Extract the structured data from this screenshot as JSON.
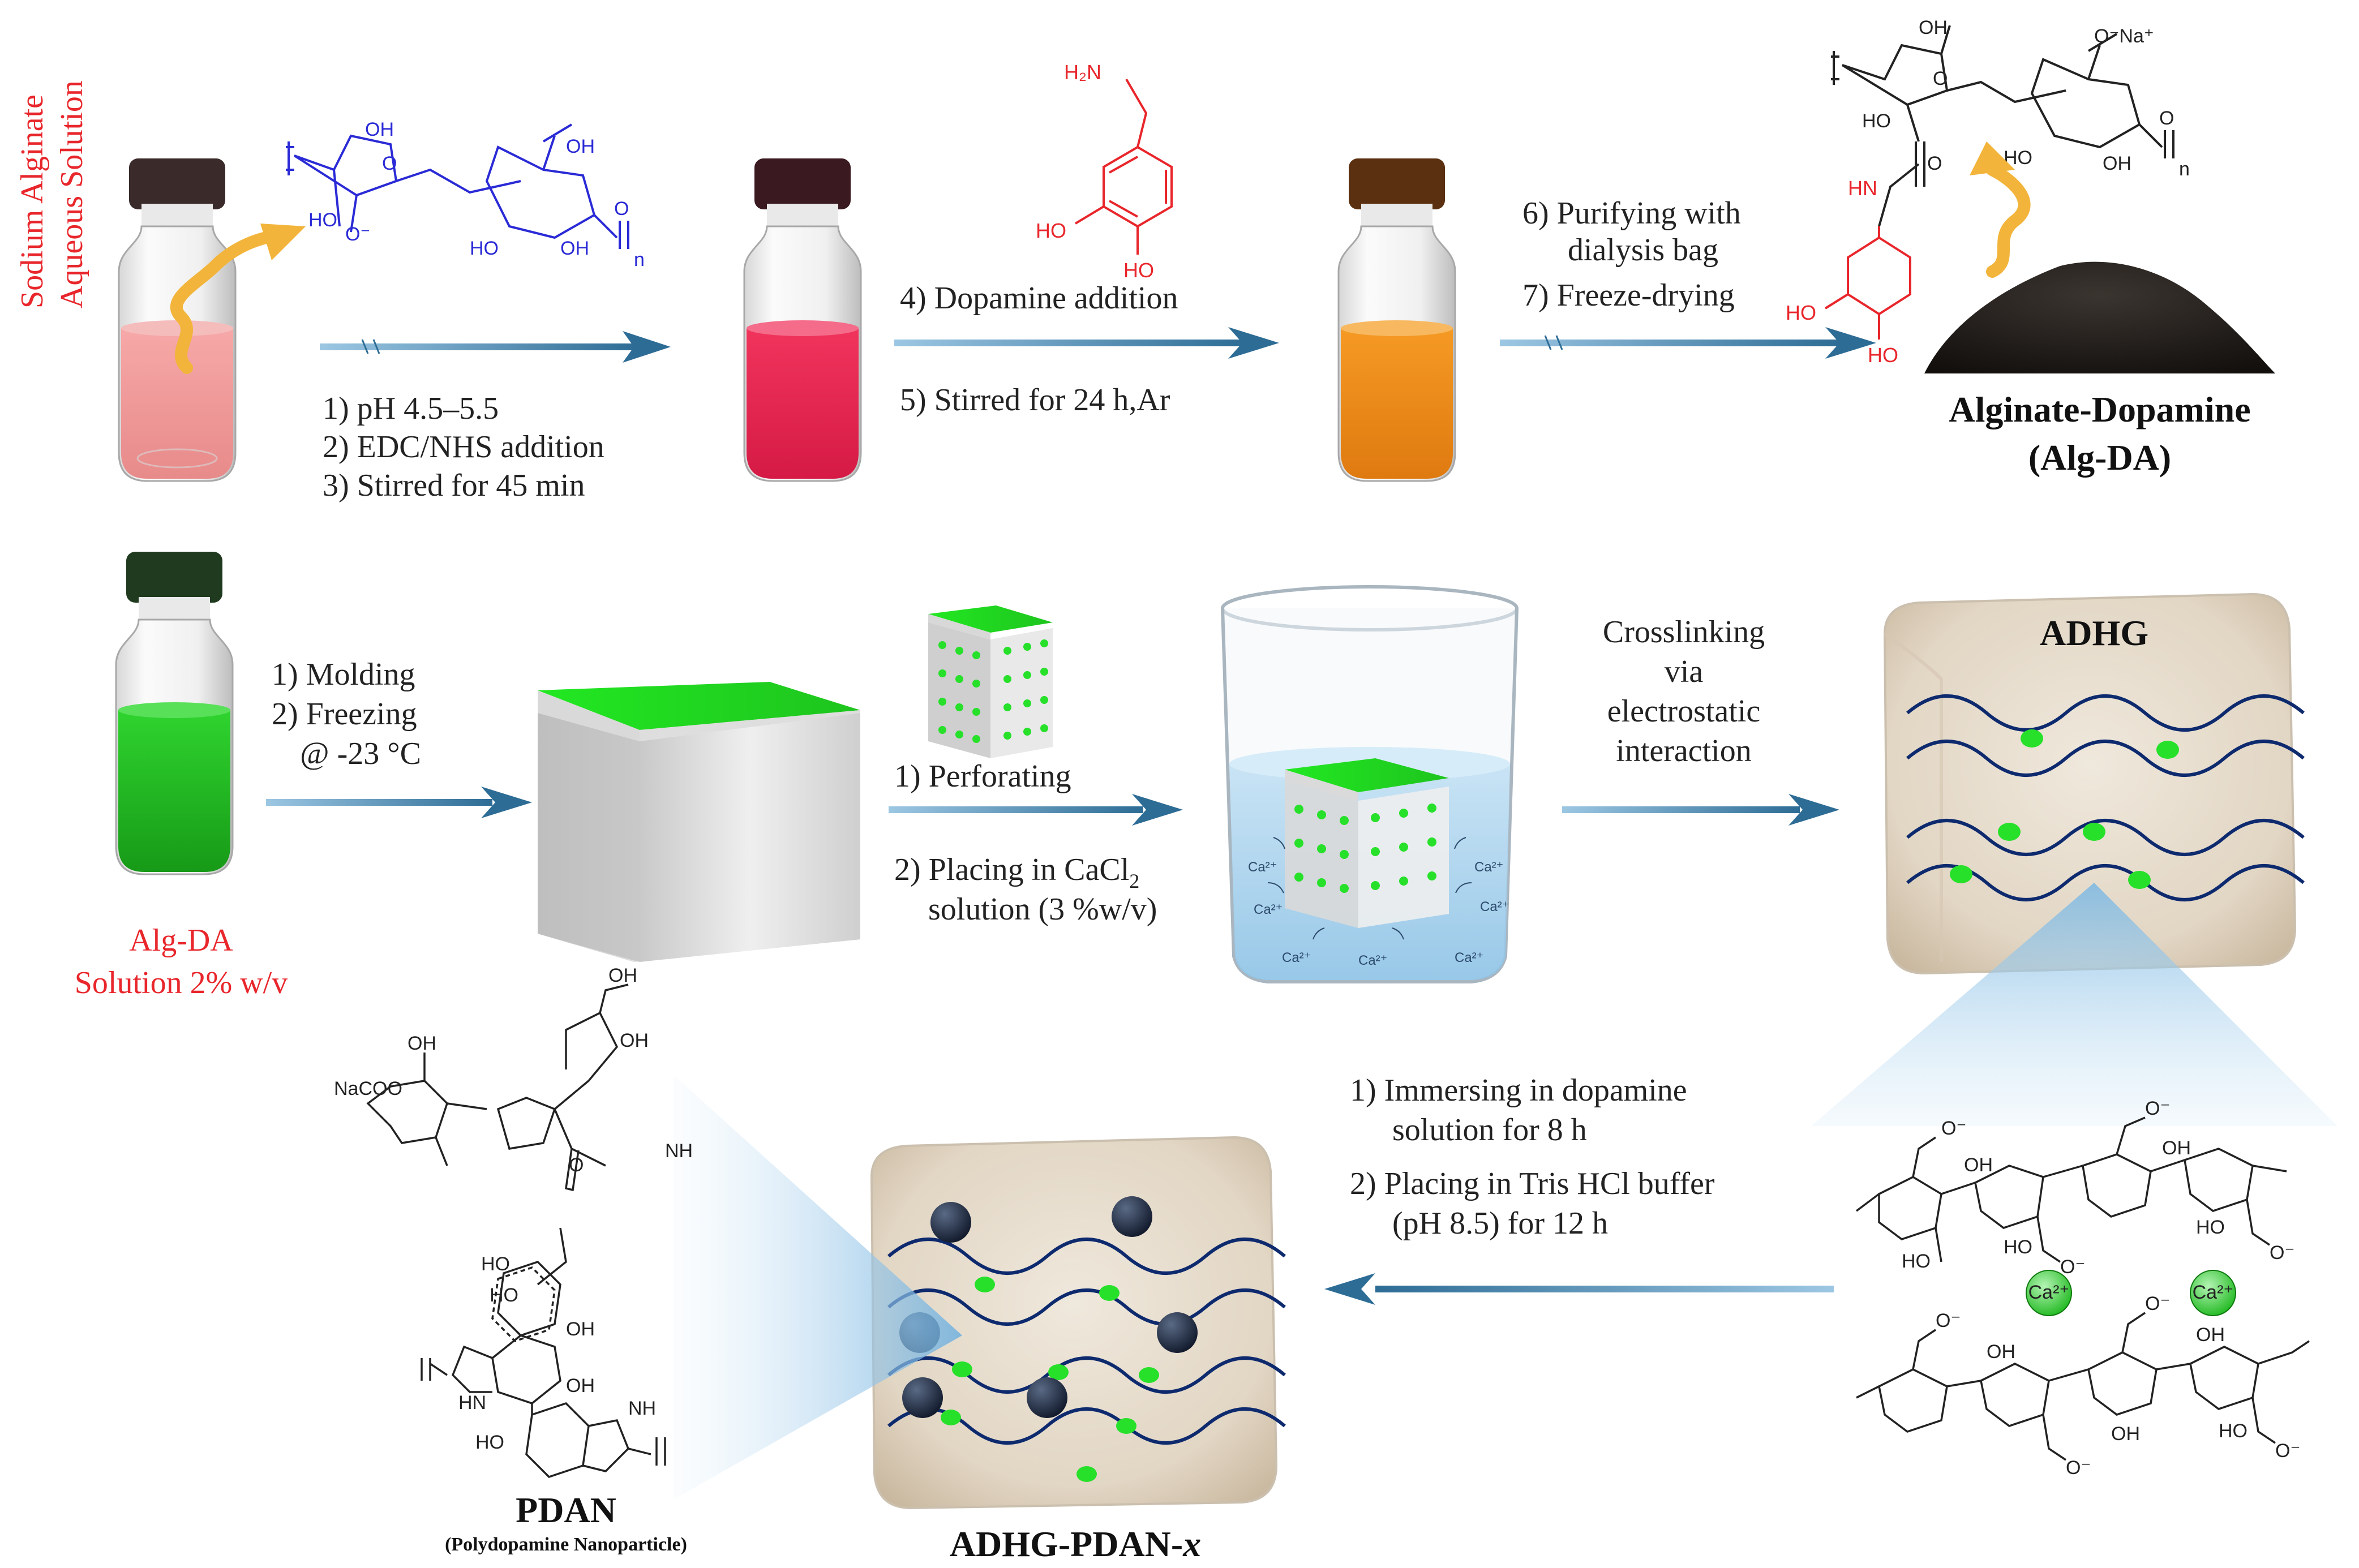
{
  "row1": {
    "side_label_line1": "Sodium Alginate",
    "side_label_line2": "Aqueous Solution",
    "step_a": [
      "1) pH 4.5–5.5",
      "2) EDC/NHS addition",
      "3) Stirred for 45 min"
    ],
    "step_b": [
      "4) Dopamine addition",
      "5) Stirred for 24 h,Ar"
    ],
    "step_c": [
      "6) Purifying with",
      "dialysis bag",
      "7) Freeze-drying"
    ],
    "product_line1": "Alginate-Dopamine",
    "product_line2": "(Alg-DA)"
  },
  "row2": {
    "solution_line1": "Alg-DA",
    "solution_line2": "Solution 2% w/v",
    "step_a": [
      "1) Molding",
      "2) Freezing",
      "@ -23 °C"
    ],
    "step_b1": "1) Perforating",
    "step_b2_prefix": "2) Placing in CaCl",
    "step_b2_sub": "2",
    "step_b3": "solution (3 %w/v)",
    "step_c": [
      "Crosslinking",
      "via",
      "electrostatic",
      "interaction"
    ],
    "hydrogel_label": "ADHG",
    "ca_ion": "Ca²⁺"
  },
  "row3": {
    "step": [
      "1) Immersing in dopamine",
      "solution for 8 h",
      "2) Placing in Tris HCl buffer",
      "(pH 8.5) for 12 h"
    ],
    "pdan_label": "PDAN",
    "pdan_sub": "(Polydopamine Nanoparticle)",
    "composite_label_prefix": "ADHG-PDAN-",
    "composite_label_italic": "x"
  },
  "chem": {
    "oh": "OH",
    "ho": "HO",
    "nh": "NH",
    "hn": "HN",
    "h2n": "H₂N",
    "o": "O",
    "coo_minus": "O⁻",
    "coo_na": "O⁻Na⁺",
    "naco": "NaCOO",
    "n_sub": "n",
    "ca_ion": "Ca²⁺"
  },
  "colors": {
    "arrow": "#3e7fa8",
    "red_text": "#e8262b",
    "blue_chem": "#2a2ad6",
    "green": "#27e02a",
    "wave": "#0e2a6e"
  }
}
